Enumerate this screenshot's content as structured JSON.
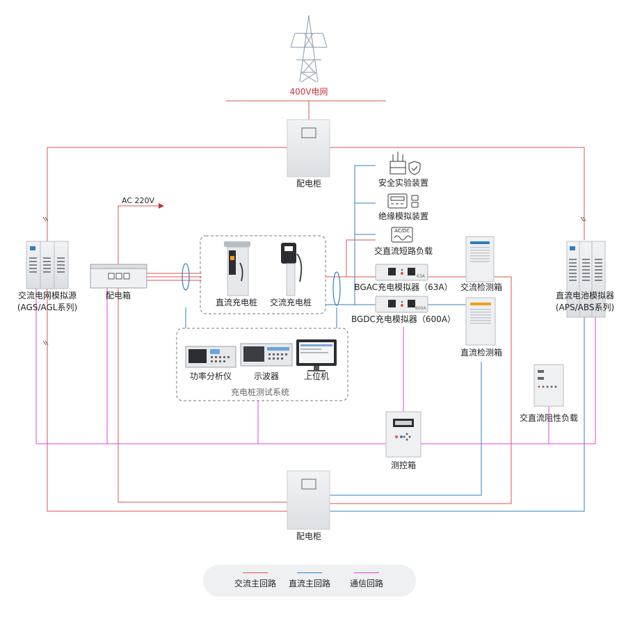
{
  "grid_label": "400V电网",
  "ac_label": "AC 220V",
  "nodes": {
    "cabinet_top": "配电柜",
    "cabinet_bottom": "配电柜",
    "ac_source": "交流电网模拟源",
    "ac_source_series": "(AGS/AGL系列)",
    "battery_sim": "直流电池模拟器",
    "battery_sim_series": "(APS/ABS系列)",
    "distribution_box": "配电箱",
    "dc_pile": "直流充电桩",
    "ac_pile": "交流充电桩",
    "safety": "安全实验装置",
    "insulation": "绝缘模拟装置",
    "short_load": "交直流短路负载",
    "bgac": "BGAC充电模拟器（63A）",
    "bgdc": "BGDC充电模拟器（600A）",
    "bgac_tag": "63A",
    "bgdc_tag": "600A",
    "ac_detect": "交流检测箱",
    "dc_detect": "直流检测箱",
    "power_analyzer": "功率分析仪",
    "oscilloscope": "示波器",
    "host": "上位机",
    "test_system": "充电桩测试系统",
    "resistive_load": "交直流阻性负载",
    "control_box": "测控箱",
    "short_load_icon_text": "AC/DC"
  },
  "legend": [
    {
      "label": "交流主回路",
      "color": "#d9534f"
    },
    {
      "label": "直流主回路",
      "color": "#2f7fc1"
    },
    {
      "label": "通信回路",
      "color": "#e040e0"
    }
  ],
  "colors": {
    "ac": "#d9534f",
    "dc": "#2f7fc1",
    "comm": "#e040e0",
    "device": "#e9ebee"
  }
}
